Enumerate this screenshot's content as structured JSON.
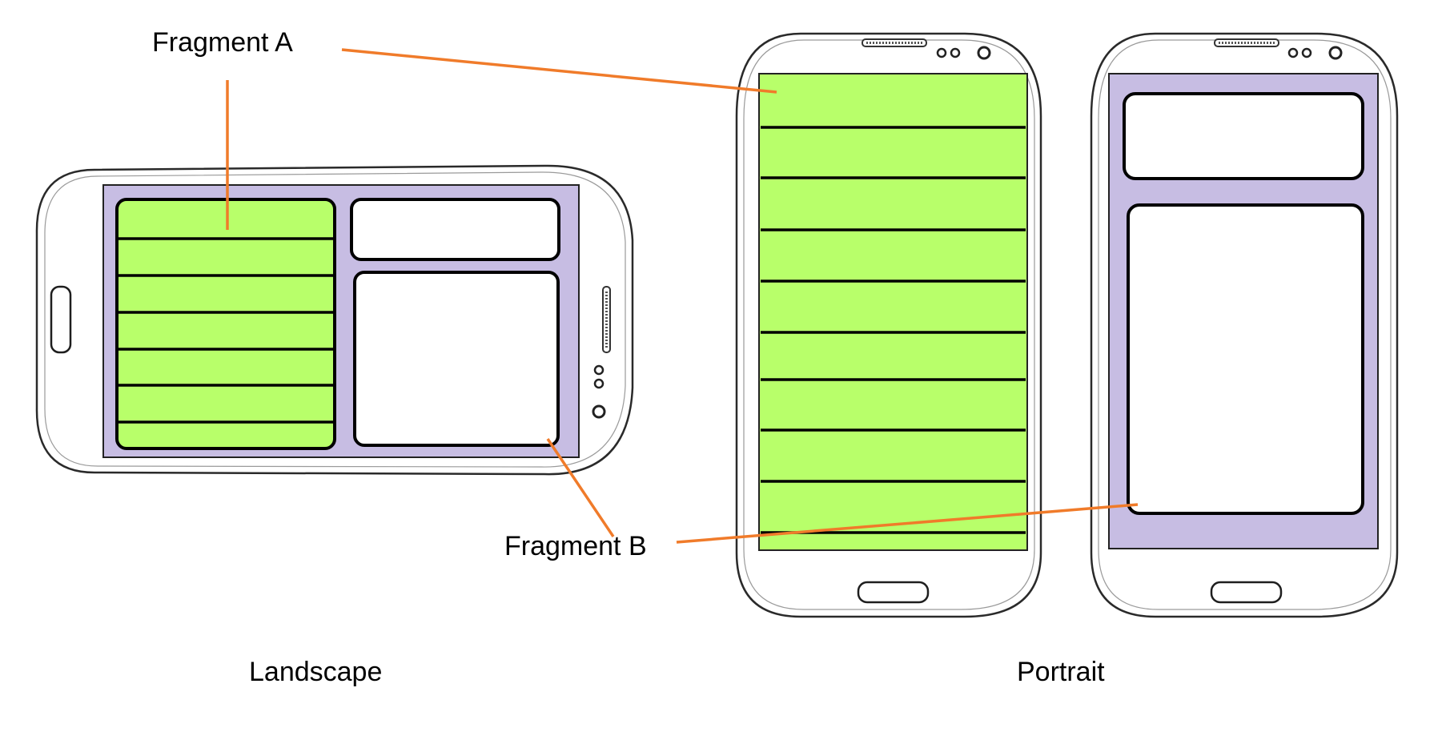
{
  "labels": {
    "fragment_a": "Fragment A",
    "fragment_b": "Fragment B",
    "landscape": "Landscape",
    "portrait": "Portrait"
  },
  "colors": {
    "fragment_a_fill": "#b8ff6a",
    "screen_fill": "#c7bde3",
    "leader_line": "#f07b2a",
    "outline": "#000000",
    "phone_body": "#ffffff"
  },
  "icons": {
    "speaker": "speaker-grille-icon",
    "sensors": "sensor-dots-icon",
    "camera": "front-camera-icon",
    "home": "home-button-icon"
  }
}
